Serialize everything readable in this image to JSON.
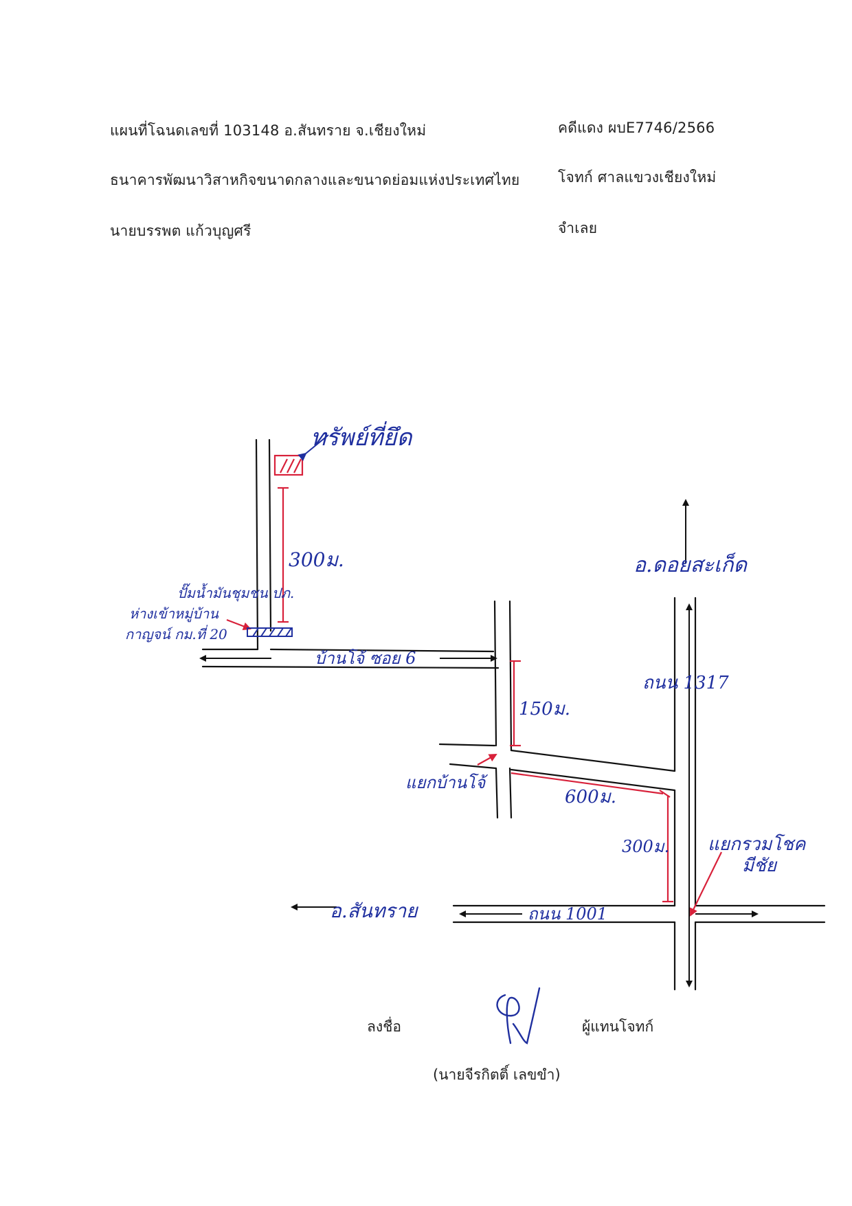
{
  "header": {
    "deed_line": "แผนที่โฉนดเลขที่ 103148  อ.สันทราย  จ.เชียงใหม่",
    "case_no": "คดีแดง ผบE7746/2566",
    "plaintiff": "ธนาคารพัฒนาวิสาหกิจขนาดกลางและขนาดย่อมแห่งประเทศไทย",
    "plaintiff_role": "โจทก์ ศาลแขวงเชียงใหม่",
    "defendant": "นายบรรพต  แก้วบุญศรี",
    "defendant_role": "จำเลย"
  },
  "map": {
    "property_label": "ทรัพย์ที่ยึด",
    "dist_300_top": "300ม.",
    "landmark_line1": "ปั๊มน้ำมันชุมชน ปภ.",
    "landmark_line2": "ห่างเข้าหมู่บ้าน",
    "landmark_line3": "กาญจน์ กม.ที่ 20",
    "soi_label": "บ้านโจ้ ซอย 6",
    "dist_150": "150ม.",
    "junction_banjo": "แยกบ้านโจ้",
    "dist_600": "600ม.",
    "dist_300_right": "300ม.",
    "road_1317": "ถนน 1317",
    "to_doi_saket": "อ.ดอยสะเก็ด",
    "to_san_sai": "อ.สันทราย",
    "road_1001": "ถนน 1001",
    "junction_ruamchok_1": "แยกรวมโชค",
    "junction_ruamchok_2": "มีชัย",
    "colors": {
      "road": "#111111",
      "distance": "#d8213a",
      "handwriting": "#1f2f9f"
    }
  },
  "signature": {
    "sign_label": "ลงชื่อ",
    "role": "ผู้แทนโจทก์",
    "name": "(นายจีรกิตติ์  เลขขำ)"
  }
}
